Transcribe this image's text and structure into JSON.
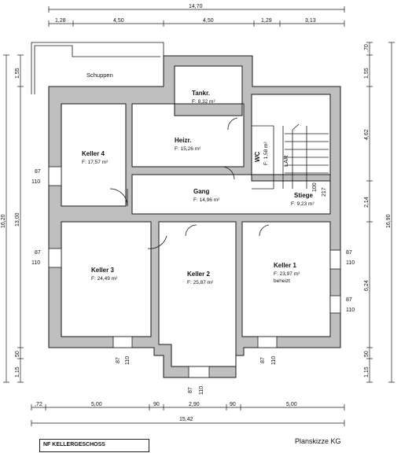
{
  "colors": {
    "wall": "#bfbfbf",
    "line": "#1a1a1a",
    "background": "#ffffff"
  },
  "dims_top": {
    "overall": "14,70",
    "segments": [
      "1,28",
      "4,50",
      "4,50",
      "1,29",
      "3,13"
    ]
  },
  "dims_bottom": {
    "overall": "15,42",
    "segments": [
      ",72",
      "5,00",
      "90",
      "2,90",
      "90",
      "5,00"
    ]
  },
  "dims_left": {
    "overall": "16,20",
    "inner": "13,00",
    "top": "1,55",
    "bottom_a": "1,15",
    "bottom_b": "50"
  },
  "dims_right": {
    "overall": "16,90",
    "segments": [
      ",70",
      "1,55",
      "4,62",
      "2,14",
      "6,24",
      "50",
      "1,15"
    ]
  },
  "rooms": [
    {
      "name": "Tankr.",
      "area": "F: 8,32 m²",
      "note": ""
    },
    {
      "name": "Heizr.",
      "area": "F: 15,26 m²",
      "note": ""
    },
    {
      "name": "Keller 4",
      "area": "F: 17,57 m²",
      "note": ""
    },
    {
      "name": "Gang",
      "area": "F: 14,96 m²",
      "note": ""
    },
    {
      "name": "WC",
      "area": "F: 1,58 m²",
      "note": ""
    },
    {
      "name": "Stiege",
      "area": "F: 9,23 m²",
      "note": ""
    },
    {
      "name": "Keller 3",
      "area": "F: 24,49 m²",
      "note": ""
    },
    {
      "name": "Keller 2",
      "area": "F: 25,87 m²",
      "note": ""
    },
    {
      "name": "Keller 1",
      "area": "F: 23,97 m²",
      "note": "beheizt"
    }
  ],
  "labels": {
    "schuppen": "Schuppen",
    "lar": "LAR",
    "n100": "100",
    "n217": "217"
  },
  "window_marks": {
    "left_upper": [
      "87",
      "110"
    ],
    "left_lower": [
      "87",
      "110"
    ],
    "right_upper": [
      "87",
      "110"
    ],
    "right_lower": [
      "87",
      "110"
    ],
    "bottom_keller3": [
      "87",
      "110"
    ],
    "bottom_keller2": [
      "87",
      "110"
    ],
    "bottom_keller1": [
      "87",
      "110"
    ]
  },
  "title_box": "NF KELLERGESCHOSS",
  "caption": "Planskizze KG"
}
